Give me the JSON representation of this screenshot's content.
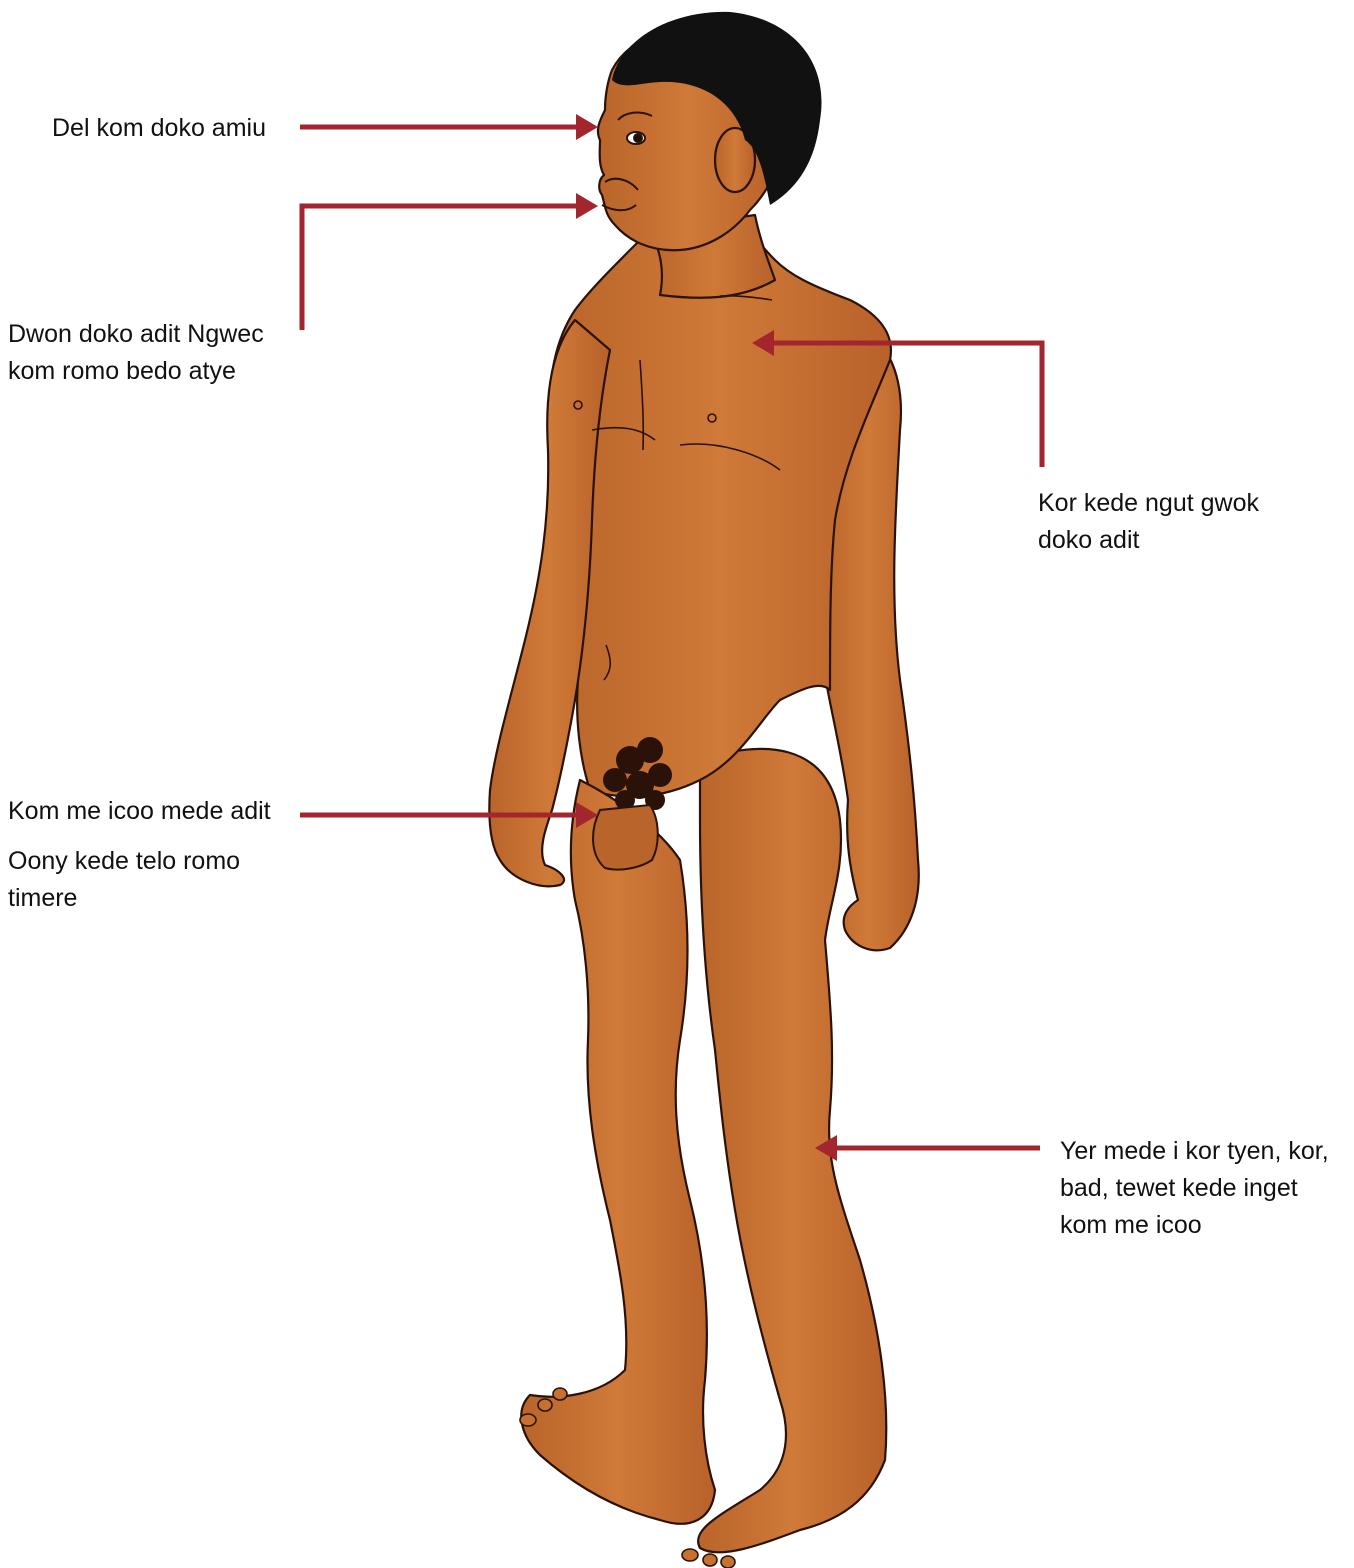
{
  "labels": {
    "eyes": "Del kom doko amiu",
    "mouth": [
      "Dwon doko adit Ngwec",
      "kom romo bedo atye"
    ],
    "chest": [
      "Kor kede ngut gwok",
      "doko adit"
    ],
    "genital": "Kom me icoo mede adit",
    "discharge": [
      "Oony kede telo romo",
      "timere"
    ],
    "joints": [
      "Yer mede i kor tyen, kor,",
      "bad, tewet kede inget",
      "kom me icoo"
    ]
  },
  "colors": {
    "arrow": "#a3262e",
    "skin": "#c8702f",
    "skin_shadow": "#a8582a",
    "outline": "#2a1208",
    "hair": "#111111"
  }
}
